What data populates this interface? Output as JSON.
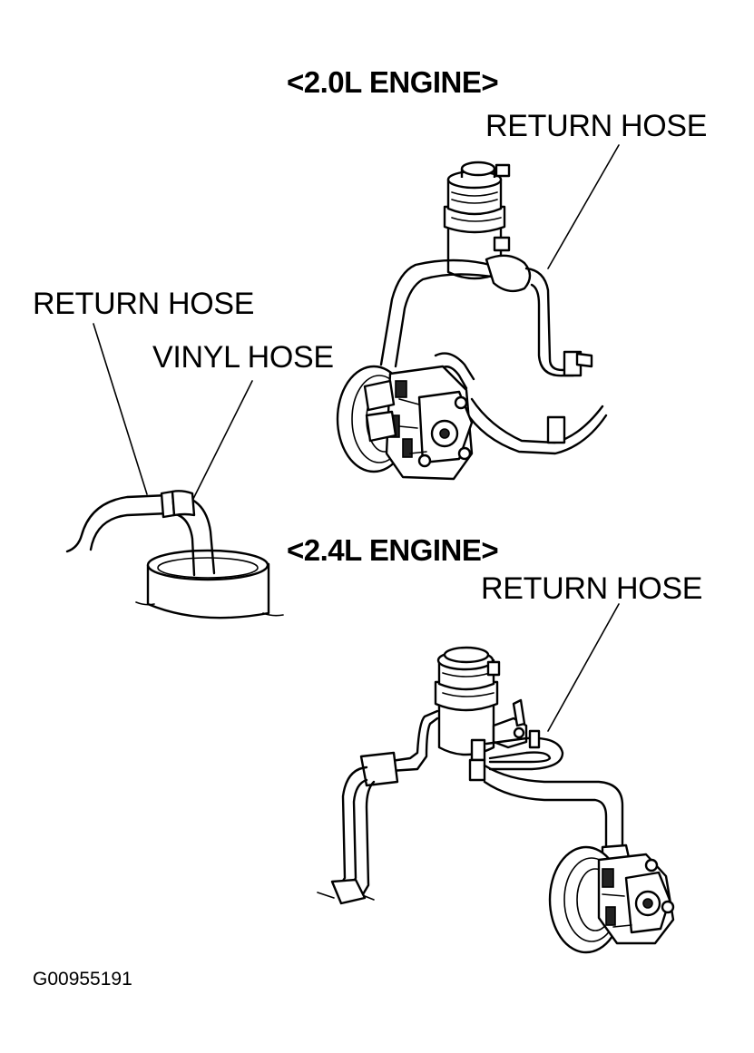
{
  "diagram": {
    "engine_20": {
      "title": "<2.0L ENGINE>",
      "return_hose_label": "RETURN HOSE"
    },
    "detail": {
      "return_hose_label": "RETURN HOSE",
      "vinyl_hose_label": "VINYL HOSE"
    },
    "engine_24": {
      "title": "<2.4L ENGINE>",
      "return_hose_label": "RETURN HOSE"
    },
    "figure_id": "G00955191"
  }
}
